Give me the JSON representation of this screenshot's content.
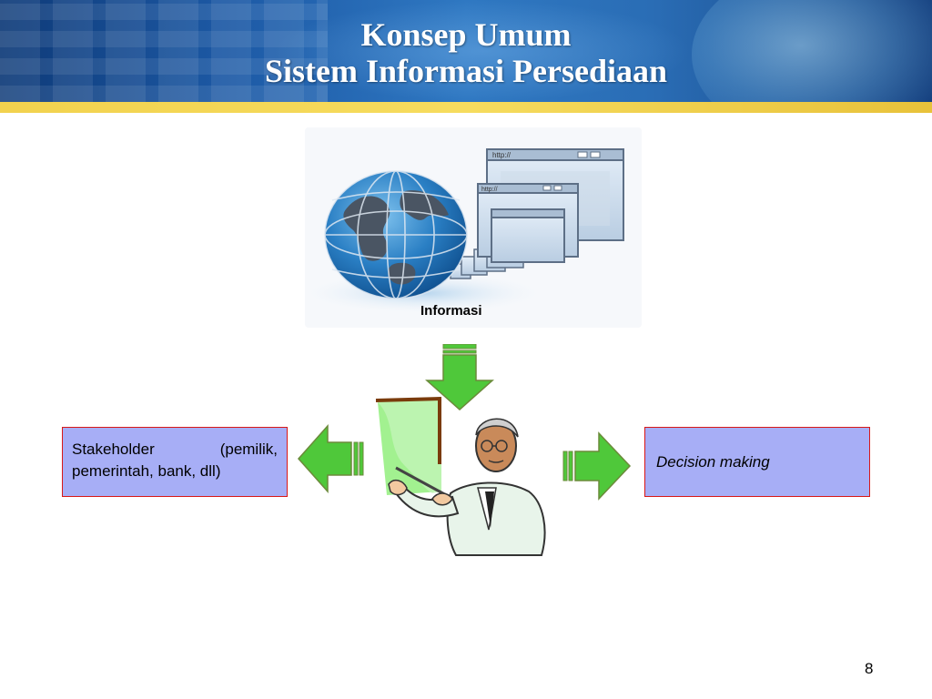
{
  "slide": {
    "title_line1": "Konsep Umum",
    "title_line2": "Sistem Informasi Persediaan",
    "info_label": "Informasi",
    "left_box_word1": "Stakeholder",
    "left_box_word2": "(pemilik,",
    "left_box_line2": "pemerintah, bank, dll)",
    "right_box_text": "Decision making",
    "page_number": "8"
  },
  "illustration": {
    "window_address_text": "http://"
  },
  "colors": {
    "header_blue": "#1d5aa6",
    "gold_bar": "#f2d24e",
    "box_fill": "#a7aef6",
    "box_border": "#d81818",
    "arrow_green": "#4fc83a"
  },
  "icons": [
    "globe-icon",
    "browser-window-icon",
    "arrow-down-icon",
    "arrow-left-icon",
    "arrow-right-icon",
    "presenter-clipart"
  ]
}
